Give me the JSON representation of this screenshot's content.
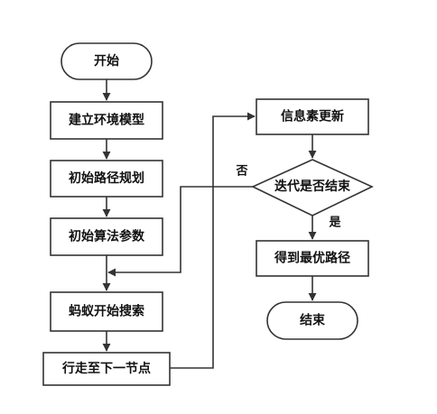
{
  "nodes": {
    "start": "开始",
    "build_env": "建立环境模型",
    "init_path": "初始路径规划",
    "init_params": "初始算法参数",
    "ant_search": "蚂蚁开始搜索",
    "move_next": "行走至下一节点",
    "update_pheromone": "信息素更新",
    "check_end": "迭代是否结束",
    "best_path": "得到最优路径",
    "end": "结束"
  },
  "edge_labels": {
    "no": "否",
    "yes": "是"
  },
  "colors": {
    "stroke": "#333333",
    "fill": "#ffffff",
    "text": "#111111"
  }
}
